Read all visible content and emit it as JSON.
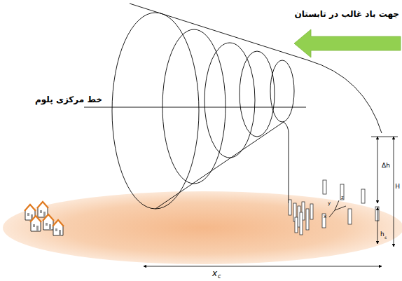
{
  "diagram": {
    "labels": [
      "جهت باد غالب در تابستان",
      "خط مرکزی پلوم",
      "Δh",
      "H",
      "h",
      "s",
      "x",
      "y",
      "z",
      "x",
      "c"
    ]
  }
}
